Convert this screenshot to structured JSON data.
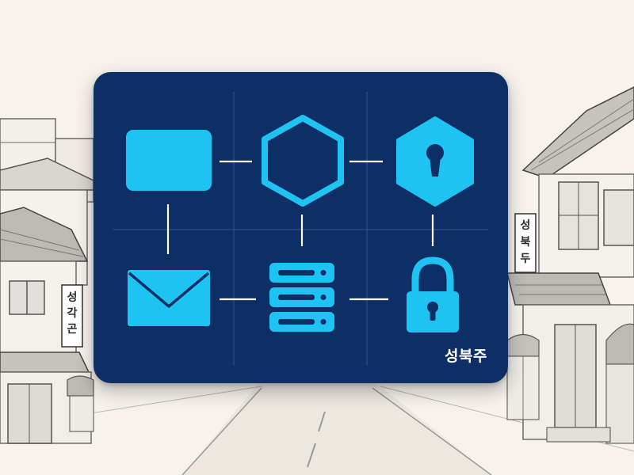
{
  "card": {
    "label": "성북주",
    "background_color": "#0d2f66",
    "icon_color": "#1fc3f2",
    "line_color": "#ffffff"
  },
  "icons": [
    {
      "name": "window-icon",
      "row": 1,
      "col": 1
    },
    {
      "name": "hexagon-icon",
      "row": 1,
      "col": 2
    },
    {
      "name": "shield-keyhole-icon",
      "row": 1,
      "col": 3
    },
    {
      "name": "envelope-icon",
      "row": 2,
      "col": 1
    },
    {
      "name": "server-stack-icon",
      "row": 2,
      "col": 2
    },
    {
      "name": "padlock-icon",
      "row": 2,
      "col": 3
    }
  ],
  "street_signs": {
    "left": "성각곤",
    "right": "성북두"
  }
}
